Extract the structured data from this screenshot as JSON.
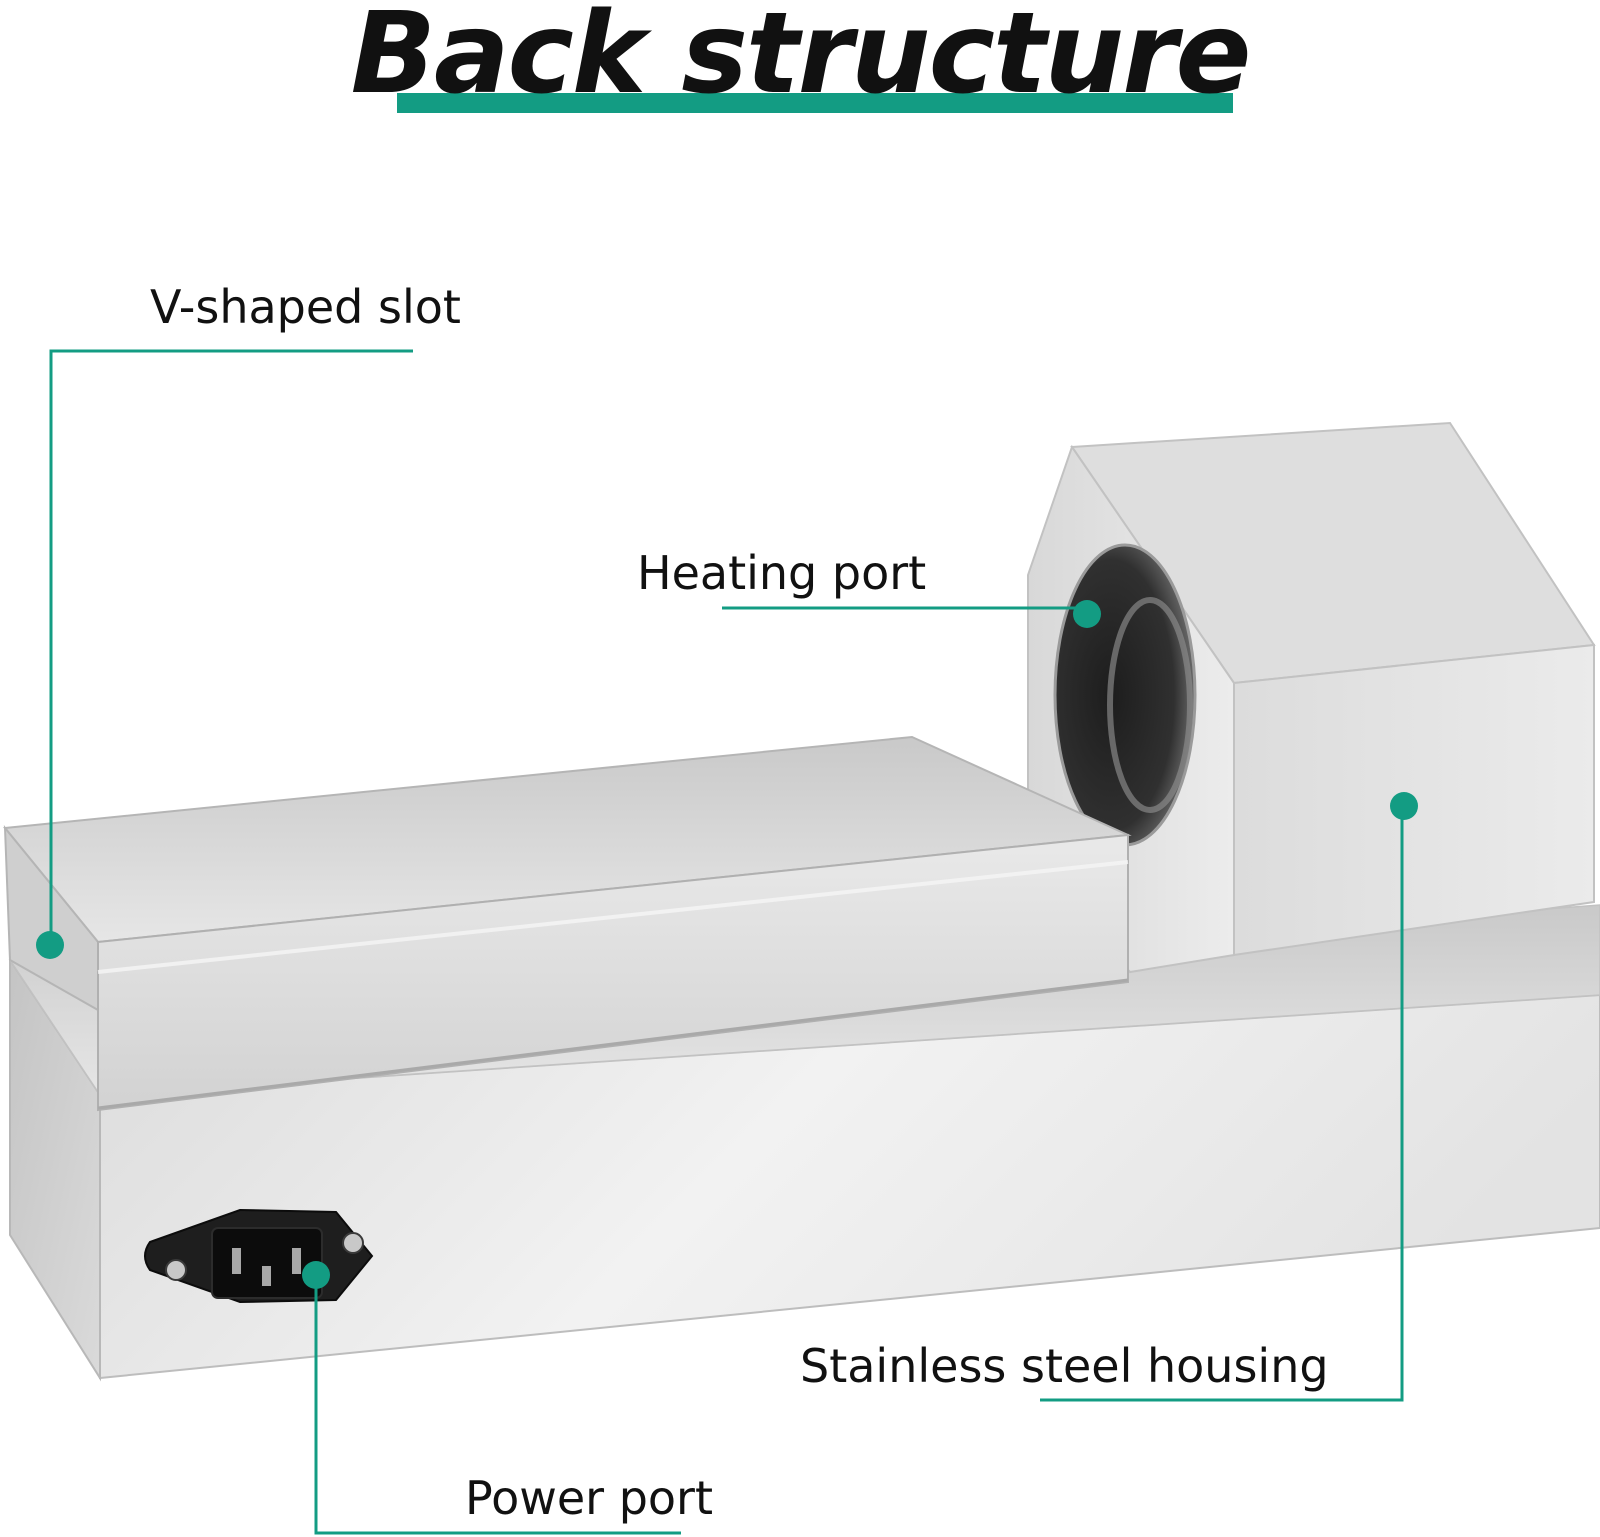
{
  "title": "Back structure",
  "accent_color": "#139c83",
  "labels": {
    "v_slot": "V-shaped slot",
    "heating_port": "Heating port",
    "housing": "Stainless steel housing",
    "power_port": "Power port"
  }
}
